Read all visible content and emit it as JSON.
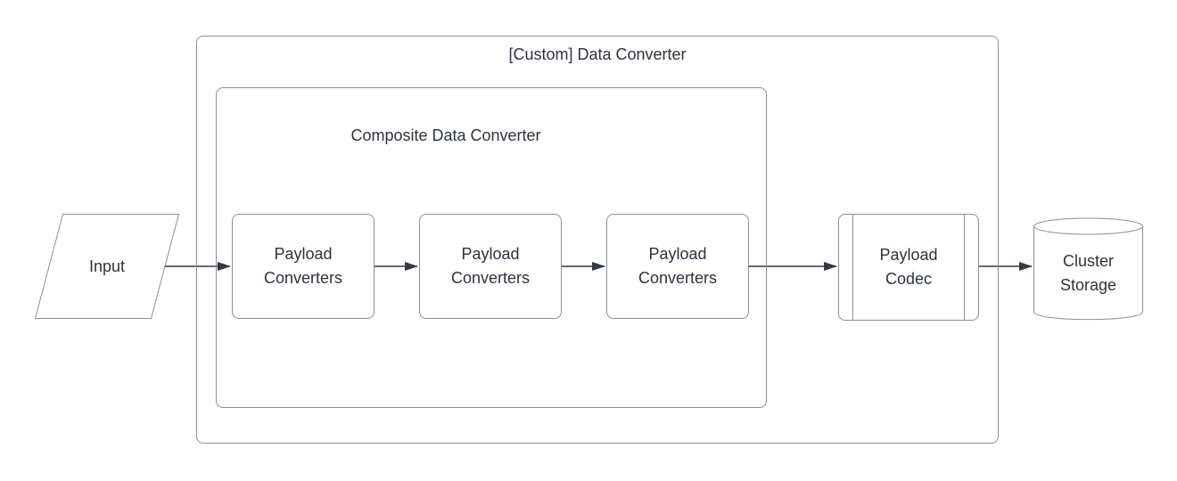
{
  "colors": {
    "bg": "#ffffff",
    "border": "#8a8f96",
    "arrow": "#333a46",
    "text": "#2d333d",
    "fill": "#ffffff"
  },
  "diagram": {
    "outer_group_label": "[Custom] Data Converter",
    "inner_group_label": "Composite Data Converter",
    "nodes": {
      "input": {
        "label": "Input",
        "shape": "parallelogram"
      },
      "payload_converter_1": {
        "label": "Payload Converters",
        "shape": "rounded-rect"
      },
      "payload_converter_2": {
        "label": "Payload Converters",
        "shape": "rounded-rect"
      },
      "payload_converter_3": {
        "label": "Payload Converters",
        "shape": "rounded-rect"
      },
      "payload_codec": {
        "label": "Payload Codec",
        "shape": "predefined-process"
      },
      "cluster_storage": {
        "label": "Cluster Storage",
        "shape": "cylinder"
      }
    },
    "edges": [
      {
        "from": "input",
        "to": "payload_converter_1"
      },
      {
        "from": "payload_converter_1",
        "to": "payload_converter_2"
      },
      {
        "from": "payload_converter_2",
        "to": "payload_converter_3"
      },
      {
        "from": "payload_converter_3",
        "to": "payload_codec"
      },
      {
        "from": "payload_codec",
        "to": "cluster_storage"
      }
    ]
  }
}
